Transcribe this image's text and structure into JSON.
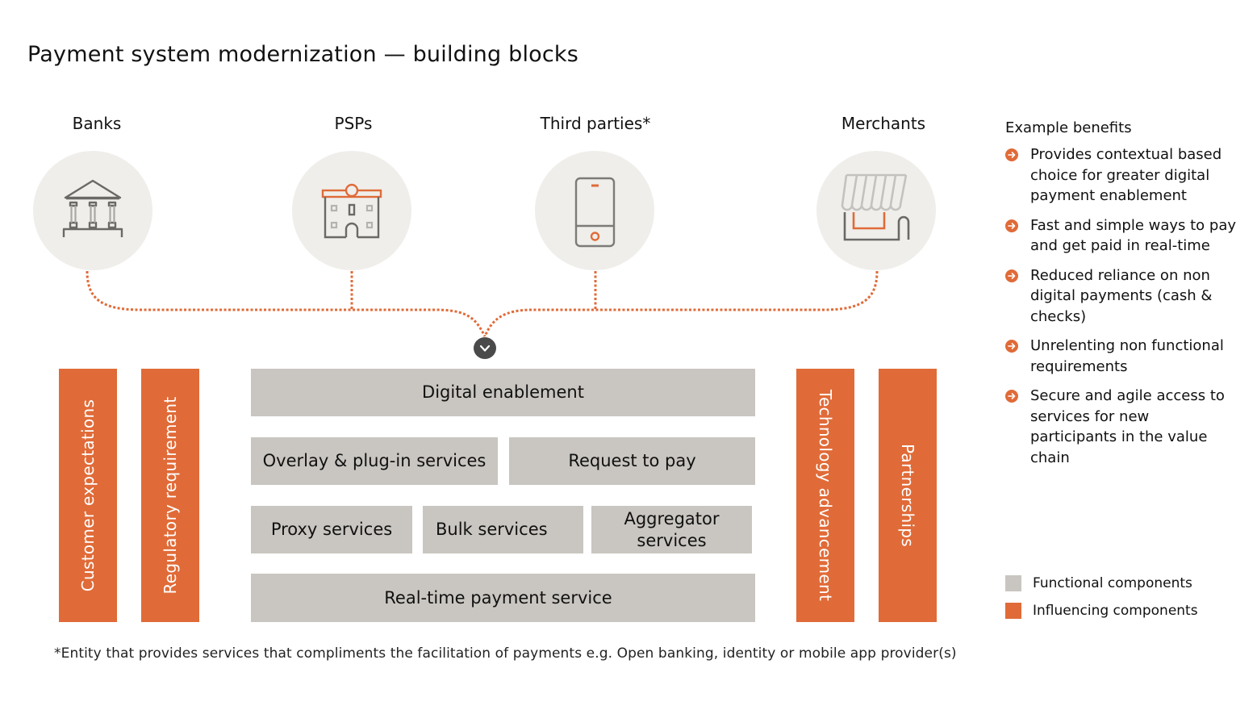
{
  "title": "Payment system modernization — building blocks",
  "colors": {
    "accent_orange": "#e06b38",
    "functional_gray": "#c9c6c1",
    "circle_bg": "#efeeeb",
    "icon_gray": "#6b6966",
    "icon_light_gray": "#c4c2bf",
    "chevron_bg": "#4a4a4a"
  },
  "entities": [
    {
      "label": "Banks",
      "icon": "bank-icon"
    },
    {
      "label": "PSPs",
      "icon": "building-icon"
    },
    {
      "label": "Third parties*",
      "icon": "mobile-phone-icon"
    },
    {
      "label": "Merchants",
      "icon": "storefront-icon"
    }
  ],
  "connector": {
    "style": "dotted",
    "converges_to": "chevron-down-icon"
  },
  "influencing_left": [
    {
      "label": "Customer expectations"
    },
    {
      "label": "Regulatory requirement"
    }
  ],
  "influencing_right": [
    {
      "label": "Technology advancement"
    },
    {
      "label": "Partnerships"
    }
  ],
  "functional_blocks": {
    "row1": [
      {
        "label": "Digital enablement"
      }
    ],
    "row2": [
      {
        "label": "Overlay & plug-in services"
      },
      {
        "label": "Request to pay"
      }
    ],
    "row3": [
      {
        "label": "Proxy services"
      },
      {
        "label": "Bulk services"
      },
      {
        "label": "Aggregator services"
      }
    ],
    "row4": [
      {
        "label": "Real-time payment service"
      }
    ]
  },
  "benefits": {
    "title": "Example benefits",
    "items": [
      "Provides contextual based choice for greater digital payment enablement",
      "Fast and simple ways to pay and get paid in real-time",
      "Reduced reliance on non digital payments (cash & checks)",
      "Unrelenting non functional requirements",
      "Secure and agile access to services for new participants in the value chain"
    ]
  },
  "legend": [
    {
      "label": "Functional components",
      "color": "#c9c6c1"
    },
    {
      "label": "Influencing components",
      "color": "#e06b38"
    }
  ],
  "footnote": "*Entity that provides services that compliments the facilitation of payments e.g. Open banking, identity or mobile app provider(s)"
}
